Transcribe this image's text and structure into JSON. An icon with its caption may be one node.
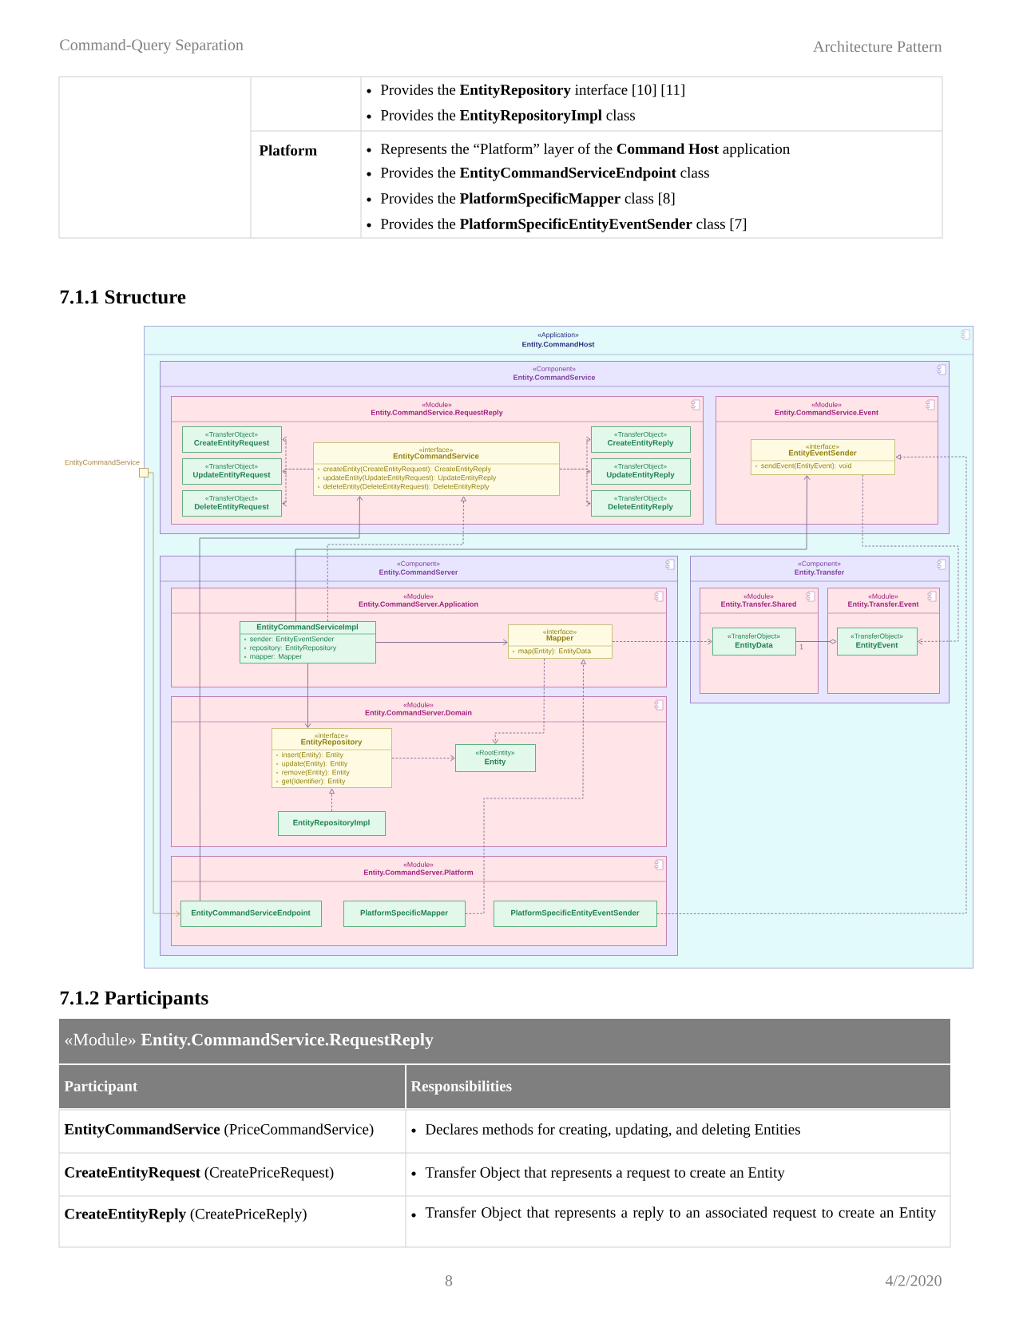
{
  "diagram": {
    "title": "7.1.1 Structure",
    "nodes": [
      {
        "text": [
          "«Application»",
          "Entity.CommandHost"
        ]
      },
      {
        "text": [
          "«Component»",
          "Entity.CommandService"
        ],
        "in": 0
      },
      {
        "text": [
          "«Module»",
          "Entity.CommandService.RequestReply"
        ],
        "in": 1
      },
      {
        "text": [
          "«TransferObject»",
          "CreateEntityRequest"
        ],
        "in": 2
      },
      {
        "text": [
          "«TransferObject»",
          "UpdateEntityRequest"
        ],
        "in": 2
      },
      {
        "text": [
          "«TransferObject»",
          "DeleteEntityRequest"
        ],
        "in": 2
      },
      {
        "text": [
          "«interface»",
          "EntityCommandService",
          "createEntity(CreateEntityRequest): CreateEntityReply",
          "updateEntity(UpdateEntityRequest): UpdateEntityReply",
          "deleteEntity(DeleteEntityRequest): DeleteEntityReply"
        ],
        "in": 2
      },
      {
        "text": [
          "«TransferObject»",
          "CreateEntityReply"
        ],
        "in": 2
      },
      {
        "text": [
          "«TransferObject»",
          "UpdateEntityReply"
        ],
        "in": 2
      },
      {
        "text": [
          "«TransferObject»",
          "DeleteEntityReply"
        ],
        "in": 2
      },
      {
        "text": [
          "«Module»",
          "Entity.CommandService.Event"
        ],
        "in": 1
      },
      {
        "text": [
          "«interface»",
          "EntityEventSender",
          "sendEvent(EntityEvent): void"
        ],
        "in": 10
      },
      {
        "text": [
          "«Component»",
          "Entity.CommandServer"
        ],
        "in": 0
      },
      {
        "text": [
          "«Module»",
          "Entity.CommandServer.Application"
        ],
        "in": 12
      },
      {
        "text": [
          "EntityCommandServiceImpl",
          "sender: EntityEventSender",
          "repository: EntityRepository",
          "mapper: Mapper"
        ],
        "in": 13
      },
      {
        "text": [
          "«interface»",
          "Mapper",
          "map(Entity): EntityData"
        ],
        "in": 13
      },
      {
        "text": [
          "«Module»",
          "Entity.CommandServer.Domain"
        ],
        "in": 12
      },
      {
        "text": [
          "«interface»",
          "EntityRepository",
          "insert(Entity): Entity",
          "update(Entity): Entity",
          "remove(Entity): Entity",
          "get(Identifier): Entity"
        ],
        "in": 16
      },
      {
        "text": [
          "«RootEntity»",
          "Entity"
        ],
        "in": 16
      },
      {
        "text": [
          "EntityRepositoryImpl"
        ],
        "in": 16
      },
      {
        "text": [
          "«Module»",
          "Entity.CommandServer.Platform"
        ],
        "in": 12
      },
      {
        "text": [
          "EntityCommandServiceEndpoint"
        ],
        "in": 20
      },
      {
        "text": [
          "PlatformSpecificMapper"
        ],
        "in": 20
      },
      {
        "text": [
          "PlatformSpecificEntityEventSender"
        ],
        "in": 20
      },
      {
        "text": [
          "«Component»",
          "Entity.Transfer"
        ],
        "in": 0
      },
      {
        "text": [
          "«Module»",
          "Entity.Transfer.Shared"
        ],
        "in": 24
      },
      {
        "text": [
          "«TransferObject»",
          "EntityData"
        ],
        "in": 25
      },
      {
        "text": [
          "«Module»",
          "Entity.Transfer.Event"
        ],
        "in": 24
      },
      {
        "text": [
          "«TransferObject»",
          "EntityEvent"
        ],
        "in": 27
      },
      {
        "text": [],
        "shape": "box",
        "beside": [
          "EntityCommandService"
        ]
      }
    ],
    "edges": [
      {
        "from": 6,
        "to": 3,
        "arrow": "to",
        "style": "dashed"
      },
      {
        "from": 6,
        "to": 4,
        "arrow": "to",
        "style": "dashed"
      },
      {
        "from": 6,
        "to": 5,
        "arrow": "to",
        "style": "dashed"
      },
      {
        "from": 6,
        "to": 7,
        "arrow": "to",
        "style": "dashed"
      },
      {
        "from": 6,
        "to": 8,
        "arrow": "to",
        "style": "dashed"
      },
      {
        "from": 6,
        "to": 9,
        "arrow": "to",
        "style": "dashed"
      },
      {
        "from": 21,
        "to": 6,
        "arrow": "to"
      },
      {
        "from": 14,
        "to": 6,
        "arrow": "to",
        "style": "dashed"
      },
      {
        "from": 14,
        "to": 11,
        "arrow": "to"
      },
      {
        "from": 14,
        "to": 15,
        "arrow": "to"
      },
      {
        "from": 15,
        "to": 26,
        "arrow": "to",
        "style": "dashed"
      },
      {
        "from": 28,
        "to": 26,
        "arrow": "other",
        "label": "1"
      },
      {
        "from": 11,
        "to": 28,
        "arrow": "to",
        "style": "dashed"
      },
      {
        "from": 23,
        "to": 11,
        "arrow": "to",
        "style": "dashed"
      },
      {
        "from": 14,
        "to": 17,
        "arrow": "to"
      },
      {
        "from": 15,
        "to": 18,
        "arrow": "to",
        "style": "dashed"
      },
      {
        "from": 22,
        "to": 15,
        "arrow": "to",
        "style": "dashed"
      },
      {
        "from": 17,
        "to": 18,
        "arrow": "to",
        "style": "dashed"
      },
      {
        "from": 19,
        "to": 17,
        "arrow": "to",
        "style": "dashed"
      },
      {
        "from": 29,
        "to": 21,
        "arrow": "to",
        "color": "#c8a060"
      }
    ],
    "labels": [
      "Command-Query Separation",
      "Architecture Pattern",
      "Provides the **EntityRepository** interface [10] [11]",
      "Provides the **EntityRepositoryImpl** class",
      "Platform",
      "Represents the “Platform” layer of the **Command Host** application",
      "Provides the **EntityCommandServiceEndpoint** class",
      "Provides the **PlatformSpecificMapper** class [8]",
      "Provides the **PlatformSpecificEntityEventSender** class [7]",
      "7.1.2 Participants",
      "«Module» **Entity.CommandService.RequestReply**",
      "Participant",
      "Responsibilities",
      "**EntityCommandService** (PriceCommandService)",
      "Declares methods for creating, updating, and deleting Entities",
      "**CreateEntityRequest** (CreatePriceRequest)",
      "Transfer Object that represents a request to create an Entity",
      "**CreateEntityReply** (CreatePriceReply)",
      "Transfer Object that represents a reply to an associated request to create an Entity",
      "8",
      "4/2/2020"
    ]
  }
}
